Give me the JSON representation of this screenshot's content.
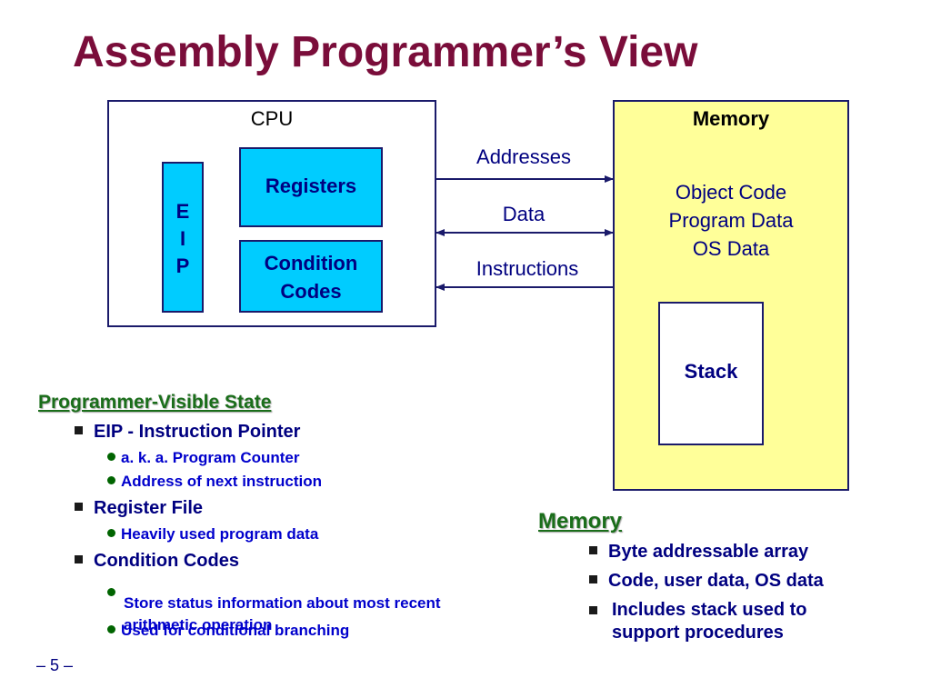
{
  "title": "Assembly Programmer’s View",
  "diagram": {
    "cpu": {
      "label": "CPU",
      "eip_lines": [
        "E",
        "I",
        "P"
      ],
      "registers": "Registers",
      "condition_codes": [
        "Condition",
        "Codes"
      ]
    },
    "memory": {
      "label": "Memory",
      "contents": [
        "Object Code",
        "Program Data",
        "OS Data"
      ],
      "stack": "Stack"
    },
    "arrows": {
      "addresses": "Addresses",
      "data": "Data",
      "instructions": "Instructions"
    },
    "colors": {
      "title": "#7a0d3a",
      "register_fill": "#00ccff",
      "memory_fill": "#ffff99",
      "outline": "#1a1a6a"
    }
  },
  "state": {
    "heading": "Programmer-Visible State",
    "items": [
      {
        "label": "EIP - Instruction Pointer",
        "subs": [
          "a. k. a. Program Counter",
          "Address of next instruction"
        ]
      },
      {
        "label": "Register File",
        "subs": [
          "Heavily used program data"
        ]
      },
      {
        "label": "Condition Codes",
        "subs": [
          "Store status information about most recent arithmetic operation",
          "Used for conditional branching"
        ]
      }
    ]
  },
  "memory_notes": {
    "heading": "Memory",
    "items": [
      "Byte addressable array",
      "Code, user data, OS data",
      "Includes stack used to support procedures"
    ]
  },
  "page_number": "– 5 –"
}
